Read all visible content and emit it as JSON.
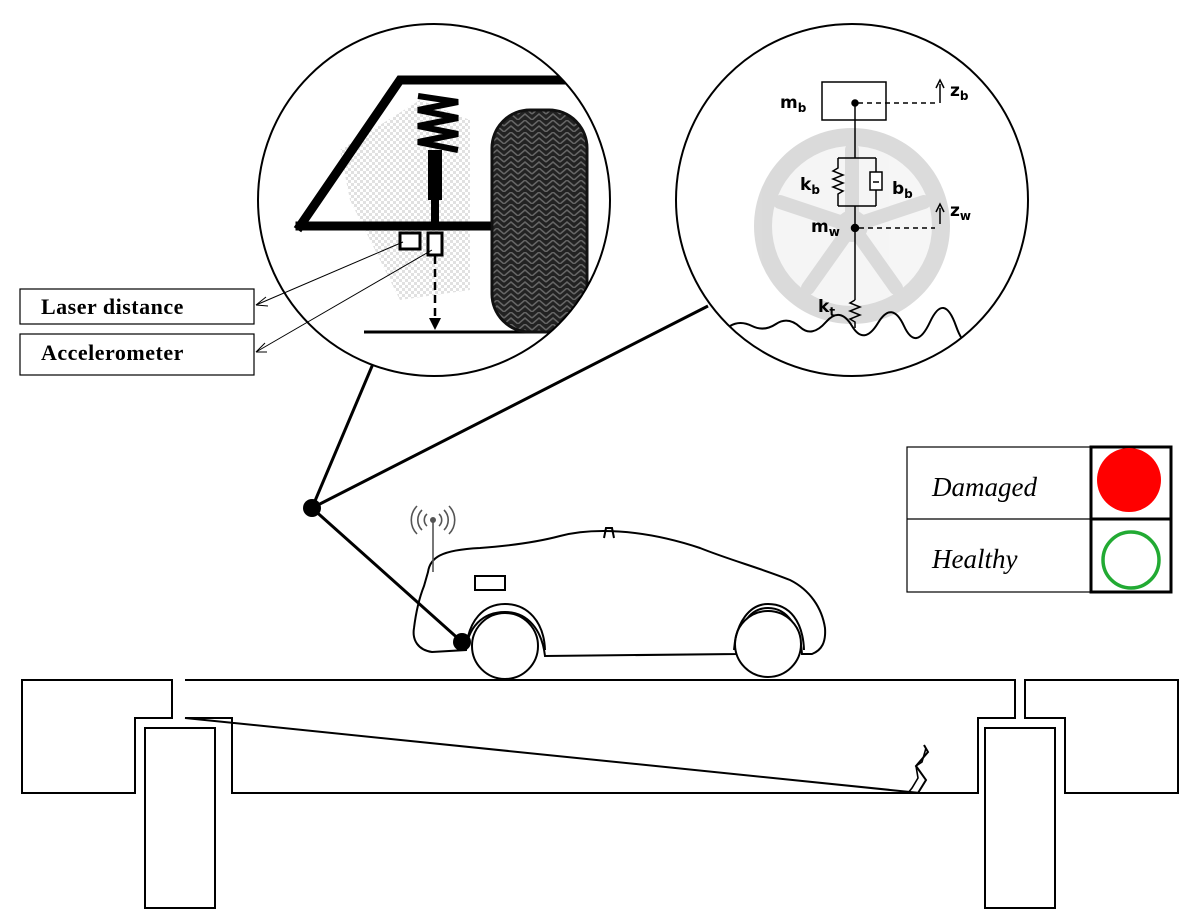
{
  "labels": {
    "laser": "Laser distance",
    "accelerometer": "Accelerometer"
  },
  "model": {
    "body_mass": "m",
    "body_mass_sub": "b",
    "body_disp": "z",
    "body_disp_sub": "b",
    "body_spring": "k",
    "body_spring_sub": "b",
    "body_damper": "b",
    "body_damper_sub": "b",
    "wheel_mass": "m",
    "wheel_mass_sub": "w",
    "wheel_disp": "z",
    "wheel_disp_sub": "w",
    "tire_spring": "k",
    "tire_spring_sub": "t"
  },
  "legend": {
    "damaged": "Damaged",
    "healthy": "Healthy",
    "damaged_color": "#ff0000",
    "healthy_color": "#22aa33"
  }
}
